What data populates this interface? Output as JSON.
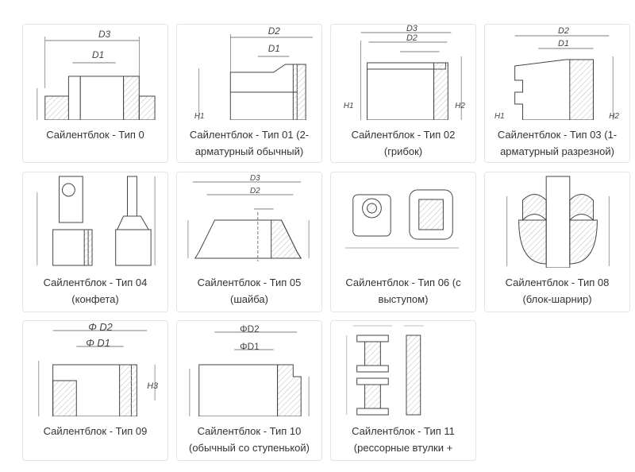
{
  "products": [
    {
      "line1": "Сайлентблок - Тип 0",
      "line2": "",
      "icon": "silentblock-type-0-drawing",
      "dim_a": "D3",
      "dim_b": "D1"
    },
    {
      "line1": "Сайлентблок - Тип 01 (2-",
      "line2": "арматурный обычный)",
      "icon": "silentblock-type-01-drawing",
      "dim_a": "D2",
      "dim_b": "D1"
    },
    {
      "line1": "Сайлентблок - Тип 02",
      "line2": "(грибок)",
      "icon": "silentblock-type-02-drawing",
      "dim_a": "D3",
      "dim_b": "D2"
    },
    {
      "line1": "Сайлентблок - Тип 03 (1-",
      "line2": "арматурный разрезной)",
      "icon": "silentblock-type-03-drawing",
      "dim_a": "D2",
      "dim_b": "D1"
    },
    {
      "line1": "Сайлентблок - Тип 04",
      "line2": "(конфета)",
      "icon": "silentblock-type-04-drawing",
      "dim_a": "",
      "dim_b": ""
    },
    {
      "line1": "Сайлентблок - Тип 05",
      "line2": "(шайба)",
      "icon": "silentblock-type-05-drawing",
      "dim_a": "D3",
      "dim_b": "D2"
    },
    {
      "line1": "Сайлентблок - Тип 06 (с",
      "line2": "выступом)",
      "icon": "silentblock-type-06-drawing",
      "dim_a": "",
      "dim_b": ""
    },
    {
      "line1": "Сайлентблок - Тип 08",
      "line2": "(блок-шарнир)",
      "icon": "silentblock-type-08-drawing",
      "dim_a": "",
      "dim_b": ""
    },
    {
      "line1": "Сайлентблок - Тип 09",
      "line2": "",
      "icon": "silentblock-type-09-drawing",
      "dim_a": "Φ D2",
      "dim_b": "Φ D1"
    },
    {
      "line1": "Сайлентблок - Тип 10",
      "line2": "(обычный со ступенькой)",
      "icon": "silentblock-type-10-drawing",
      "dim_a": "ΦD2",
      "dim_b": "ΦD1"
    },
    {
      "line1": "Сайлентблок - Тип 11",
      "line2": "(рессорные втулки +",
      "icon": "silentblock-type-11-drawing",
      "dim_a": "",
      "dim_b": ""
    }
  ]
}
